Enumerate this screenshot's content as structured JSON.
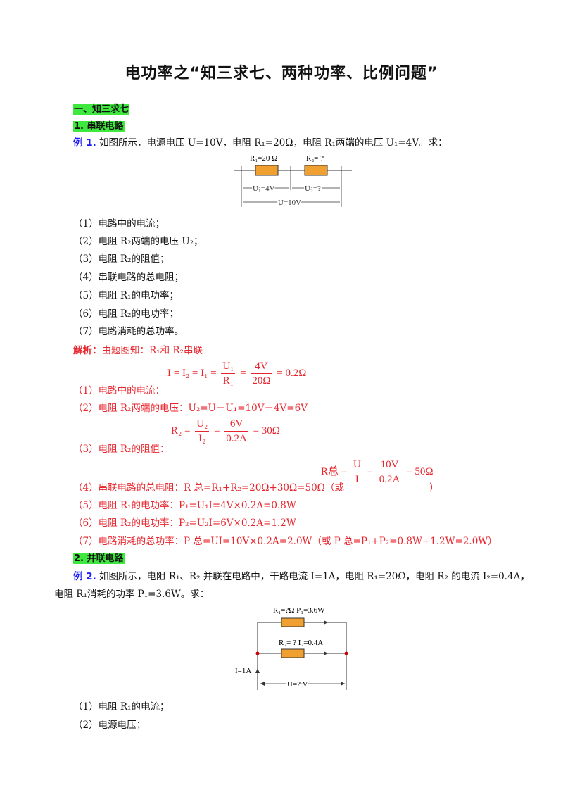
{
  "title": "电功率之“知三求七、两种功率、比例问题”",
  "section1": {
    "heading": "一、知三求七",
    "sub1": "1. 串联电路",
    "sub2": "2. 并联电路"
  },
  "ex1": {
    "label": "例 1.",
    "text": "如图所示，电源电压 U=10V，电阻 R₁=20Ω，电阻 R₁两端的电压 U₁=4V。求：",
    "fig": {
      "r1": "R₁=20 Ω",
      "r2": "R₂= ?",
      "u1": "U₁=4V",
      "u2": "U₂=?",
      "u": "U=10V"
    },
    "questions": [
      "（1）电路中的电流；",
      "（2）电阻 R₂两端的电压 U₂；",
      "（3）电阻 R₂的阻值；",
      "（4）串联电路的总电阻；",
      "（5）电阻 R₁的电功率；",
      "（6）电阻 R₂的电功率；",
      "（7）电路消耗的总功率。"
    ]
  },
  "sol1": {
    "label": "解析：",
    "intro": "由题图知：R₁和 R₂串联",
    "q1": "（1）电路中的电流：",
    "eq1_left": "I = I₂ = I₁ =",
    "eq1_num": "U₁",
    "eq1_den": "R₁",
    "eq1_eq": "=",
    "eq1_num2": "4V",
    "eq1_den2": "20Ω",
    "eq1_res": "= 0.2Ω",
    "q2": "（2）电阻 R₂两端的电压：U₂=U－U₁=10V－4V=6V",
    "q3": "（3）电阻 R₂的阻值：",
    "eq3_left": "R₂ =",
    "eq3_num": "U₂",
    "eq3_den": "I₂",
    "eq3_eq": "=",
    "eq3_num2": "6V",
    "eq3_den2": "0.2A",
    "eq3_res": "= 30Ω",
    "q4": "（4）串联电路的总电阻：R 总=R₁+R₂=20Ω+30Ω=50Ω（或",
    "eq4_left": "R总 =",
    "eq4_num": "U",
    "eq4_den": "I",
    "eq4_eq": "=",
    "eq4_num2": "10V",
    "eq4_den2": "0.2A",
    "eq4_res": "= 50Ω",
    "q4_end": "）",
    "q5": "（5）电阻 R₁的电功率：P₁=U₁I=4V×0.2A=0.8W",
    "q6": "（6）电阻 R₂的电功率：P₂=U₂I=6V×0.2A=1.2W",
    "q7": "（7）电路消耗的总功率：P 总=UI=10V×0.2A=2.0W（或 P 总=P₁+P₂=0.8W+1.2W=2.0W）"
  },
  "ex2": {
    "label": "例 2.",
    "line1": "如图所示，电阻 R₁、R₂ 并联在电路中，干路电流 I=1A，电阻 R₁=20Ω，电阻 R₂ 的电流 I₂=0.4A，",
    "line2": "电阻 R₁消耗的功率 P₁=3.6W。求：",
    "fig": {
      "top": "R₁=?Ω   P₁=3.6W",
      "mid": "R₂= ?    I₂=0.4A",
      "i": "I=1A",
      "u": "U=? V"
    },
    "questions": [
      "（1）电阻 R₁的电流；",
      "（2）电源电压；"
    ]
  }
}
